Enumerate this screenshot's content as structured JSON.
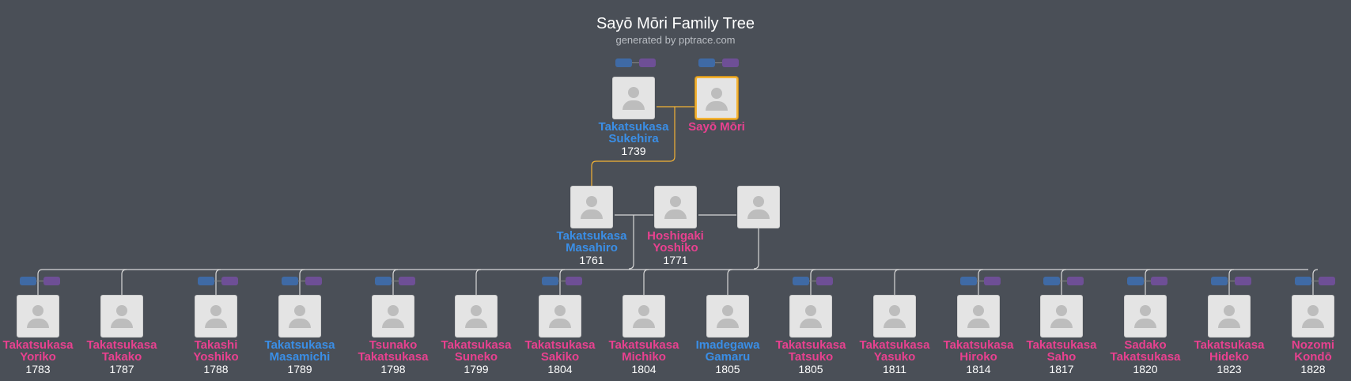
{
  "header": {
    "title": "Sayō Mōri Family Tree",
    "subtitle": "generated by pptrace.com"
  },
  "colors": {
    "background": "#4a4f57",
    "male": "#3a8ee6",
    "female": "#e8418f",
    "root_highlight": "#f3b234",
    "link_line": "#d8d8d8",
    "ancestry_line": "#f3b234"
  },
  "people": {
    "sukehira": {
      "first": "Takatsukasa",
      "last": "Sukehira",
      "year": "1739",
      "gender": "male"
    },
    "sayo": {
      "first": "Sayō Mōri",
      "last": "",
      "year": "",
      "gender": "female",
      "root": true
    },
    "masahiro": {
      "first": "Takatsukasa",
      "last": "Masahiro",
      "year": "1761",
      "gender": "male"
    },
    "yoshiko": {
      "first": "Hoshigaki",
      "last": "Yoshiko",
      "year": "1771",
      "gender": "female"
    },
    "unknown": {
      "first": "",
      "last": "",
      "year": "",
      "gender": "unknown"
    },
    "yoriko": {
      "first": "Takatsukasa",
      "last": "Yoriko",
      "year": "1783",
      "gender": "female"
    },
    "takako": {
      "first": "Takatsukasa",
      "last": "Takako",
      "year": "1787",
      "gender": "female"
    },
    "takashi_yoshiko": {
      "first": "Takashi",
      "last": "Yoshiko",
      "year": "1788",
      "gender": "female"
    },
    "masamichi": {
      "first": "Takatsukasa",
      "last": "Masamichi",
      "year": "1789",
      "gender": "male"
    },
    "tsunako": {
      "first": "Tsunako",
      "last": "Takatsukasa",
      "year": "1798",
      "gender": "female"
    },
    "suneko": {
      "first": "Takatsukasa",
      "last": "Suneko",
      "year": "1799",
      "gender": "female"
    },
    "sakiko": {
      "first": "Takatsukasa",
      "last": "Sakiko",
      "year": "1804",
      "gender": "female"
    },
    "michiko": {
      "first": "Takatsukasa",
      "last": "Michiko",
      "year": "1804",
      "gender": "female"
    },
    "gamaru": {
      "first": "Imadegawa",
      "last": "Gamaru",
      "year": "1805",
      "gender": "male"
    },
    "tatsuko": {
      "first": "Takatsukasa",
      "last": "Tatsuko",
      "year": "1805",
      "gender": "female"
    },
    "yasuko": {
      "first": "Takatsukasa",
      "last": "Yasuko",
      "year": "1811",
      "gender": "female"
    },
    "hiroko": {
      "first": "Takatsukasa",
      "last": "Hiroko",
      "year": "1814",
      "gender": "female"
    },
    "saho": {
      "first": "Takatsukasa",
      "last": "Saho",
      "year": "1817",
      "gender": "female"
    },
    "sadako": {
      "first": "Sadako",
      "last": "Takatsukasa",
      "year": "1820",
      "gender": "female"
    },
    "hideko": {
      "first": "Takatsukasa",
      "last": "Hideko",
      "year": "1823",
      "gender": "female"
    },
    "nozomi": {
      "first": "Nozomi",
      "last": "Kondō",
      "year": "1828",
      "gender": "female"
    }
  }
}
